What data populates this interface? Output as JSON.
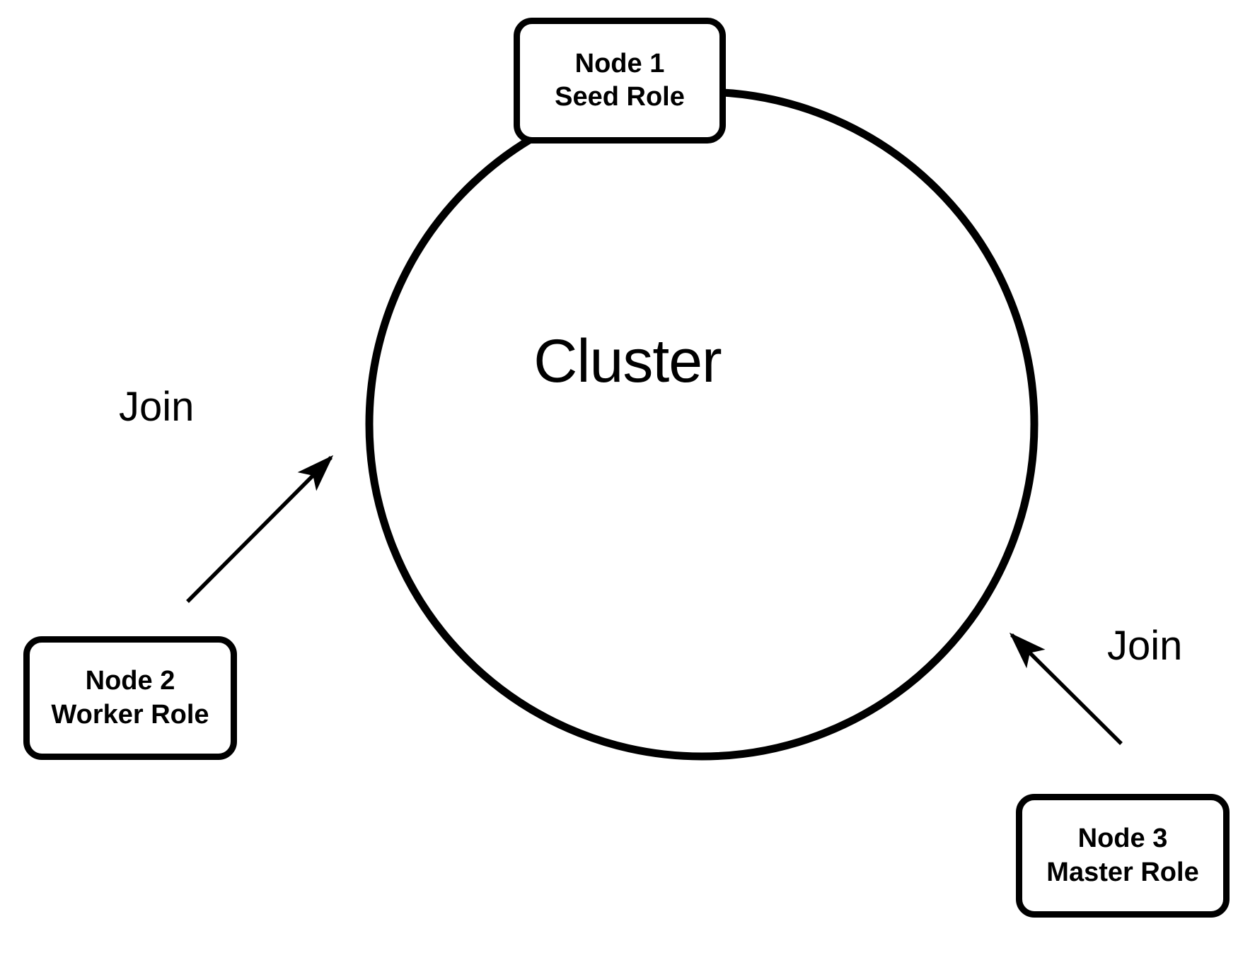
{
  "diagram": {
    "type": "cluster-join-diagram",
    "center": {
      "label": "Cluster",
      "shape": "circle"
    },
    "nodes": [
      {
        "id": "node-1",
        "title": "Node 1",
        "role": "Seed Role",
        "position": "top"
      },
      {
        "id": "node-2",
        "title": "Node 2",
        "role": "Worker Role",
        "position": "bottom-left"
      },
      {
        "id": "node-3",
        "title": "Node 3",
        "role": "Master Role",
        "position": "bottom-right"
      }
    ],
    "edges": [
      {
        "id": "edge-node2-cluster",
        "label": "Join",
        "from": "node-2",
        "to": "cluster",
        "arrow": "to-cluster"
      },
      {
        "id": "edge-node3-cluster",
        "label": "Join",
        "from": "node-3",
        "to": "cluster",
        "arrow": "to-cluster"
      }
    ],
    "colors": {
      "stroke": "#000000",
      "fill": "#ffffff",
      "text": "#000000"
    }
  }
}
